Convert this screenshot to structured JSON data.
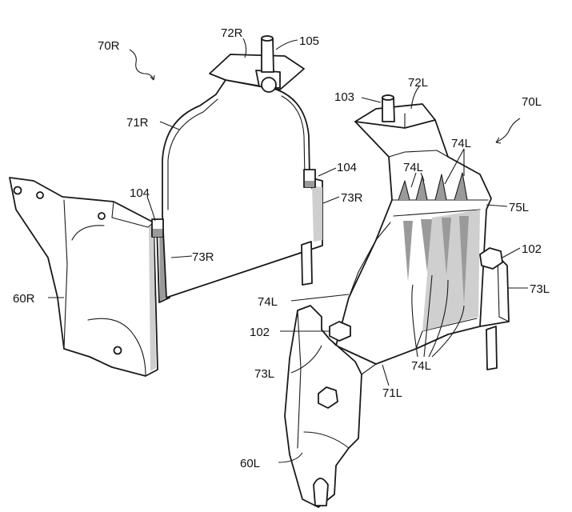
{
  "labels": {
    "l70R": "70R",
    "l72R": "72R",
    "l105": "105",
    "l71R": "71R",
    "l104a": "104",
    "l104b": "104",
    "l73Ra": "73R",
    "l73Rb": "73R",
    "l60R": "60R",
    "l103": "103",
    "l72L": "72L",
    "l70L": "70L",
    "l74La": "74L",
    "l74Lb": "74L",
    "l75L": "75L",
    "l102a": "102",
    "l73La": "73L",
    "l74Lc": "74L",
    "l102b": "102",
    "l73Lb": "73L",
    "l71L": "71L",
    "l74Ld": "74L",
    "l60L": "60L"
  }
}
